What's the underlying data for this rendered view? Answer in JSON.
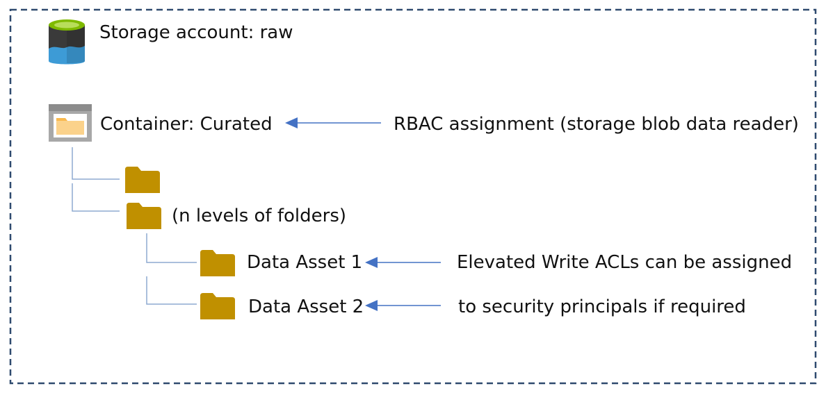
{
  "storage_account": {
    "label": "Storage account: raw",
    "icon": "storage-account-icon"
  },
  "container": {
    "label": "Container: Curated",
    "icon": "container-icon"
  },
  "rbac": {
    "label": "RBAC assignment (storage blob data reader)"
  },
  "folders": {
    "levels_label": "(n levels of folders)",
    "icon": "folder-icon"
  },
  "assets": [
    {
      "label": "Data Asset 1"
    },
    {
      "label": "Data Asset 2"
    }
  ],
  "acl_note": {
    "line1": "Elevated Write ACLs can be assigned",
    "line2": "to security principals if required"
  },
  "colors": {
    "border": "#2f4a6f",
    "connector": "#8eaad0",
    "arrow": "#4472c4",
    "folder": "#c09000",
    "storage_green": "#7fba00",
    "storage_blue": "#3d9bd6",
    "storage_dark": "#3a3a3a"
  }
}
